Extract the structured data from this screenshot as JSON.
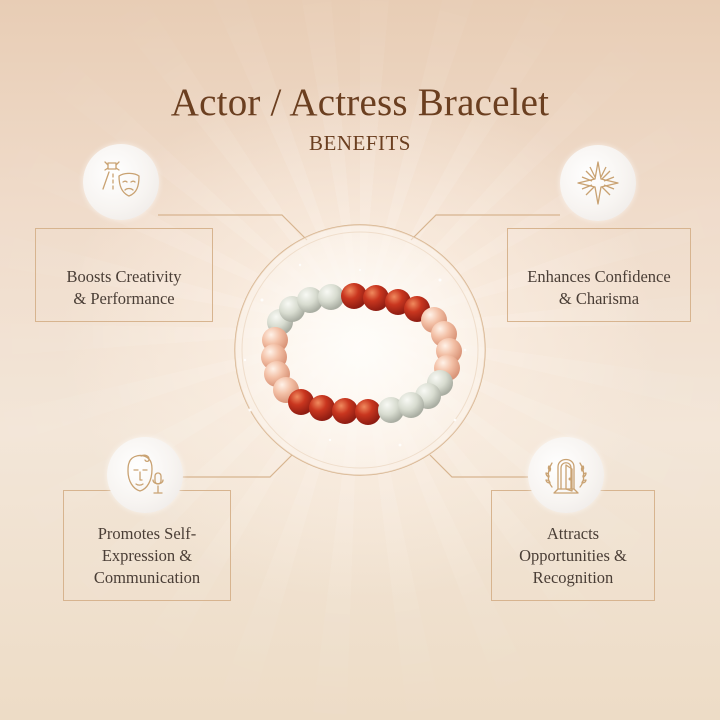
{
  "header": {
    "title": "Actor / Actress Bracelet",
    "subtitle": "BENEFITS"
  },
  "benefits": [
    {
      "id": "top-left",
      "icon": "theater-masks-spotlight-icon",
      "text_lines": [
        "Boosts Creativity",
        "& Performance"
      ]
    },
    {
      "id": "top-right",
      "icon": "sparkle-star-icon",
      "text_lines": [
        "Enhances Confidence",
        "& Charisma"
      ]
    },
    {
      "id": "bottom-left",
      "icon": "face-microphone-icon",
      "text_lines": [
        "Promotes Self-",
        "Expression &",
        "Communication"
      ]
    },
    {
      "id": "bottom-right",
      "icon": "laurel-door-icon",
      "text_lines": [
        "Attracts",
        "Opportunities &",
        "Recognition"
      ]
    }
  ],
  "product": {
    "image": "beaded-bracelet-image",
    "bead_colors": {
      "carnelian": "#c0301e",
      "sunstone": "#f0b9a0",
      "labradorite": "#d9dccf"
    }
  },
  "colors": {
    "title": "#6b3f20",
    "body_text": "#4a3e36",
    "gold_line": "#d7b48f",
    "icon_stroke": "#c9a272"
  }
}
